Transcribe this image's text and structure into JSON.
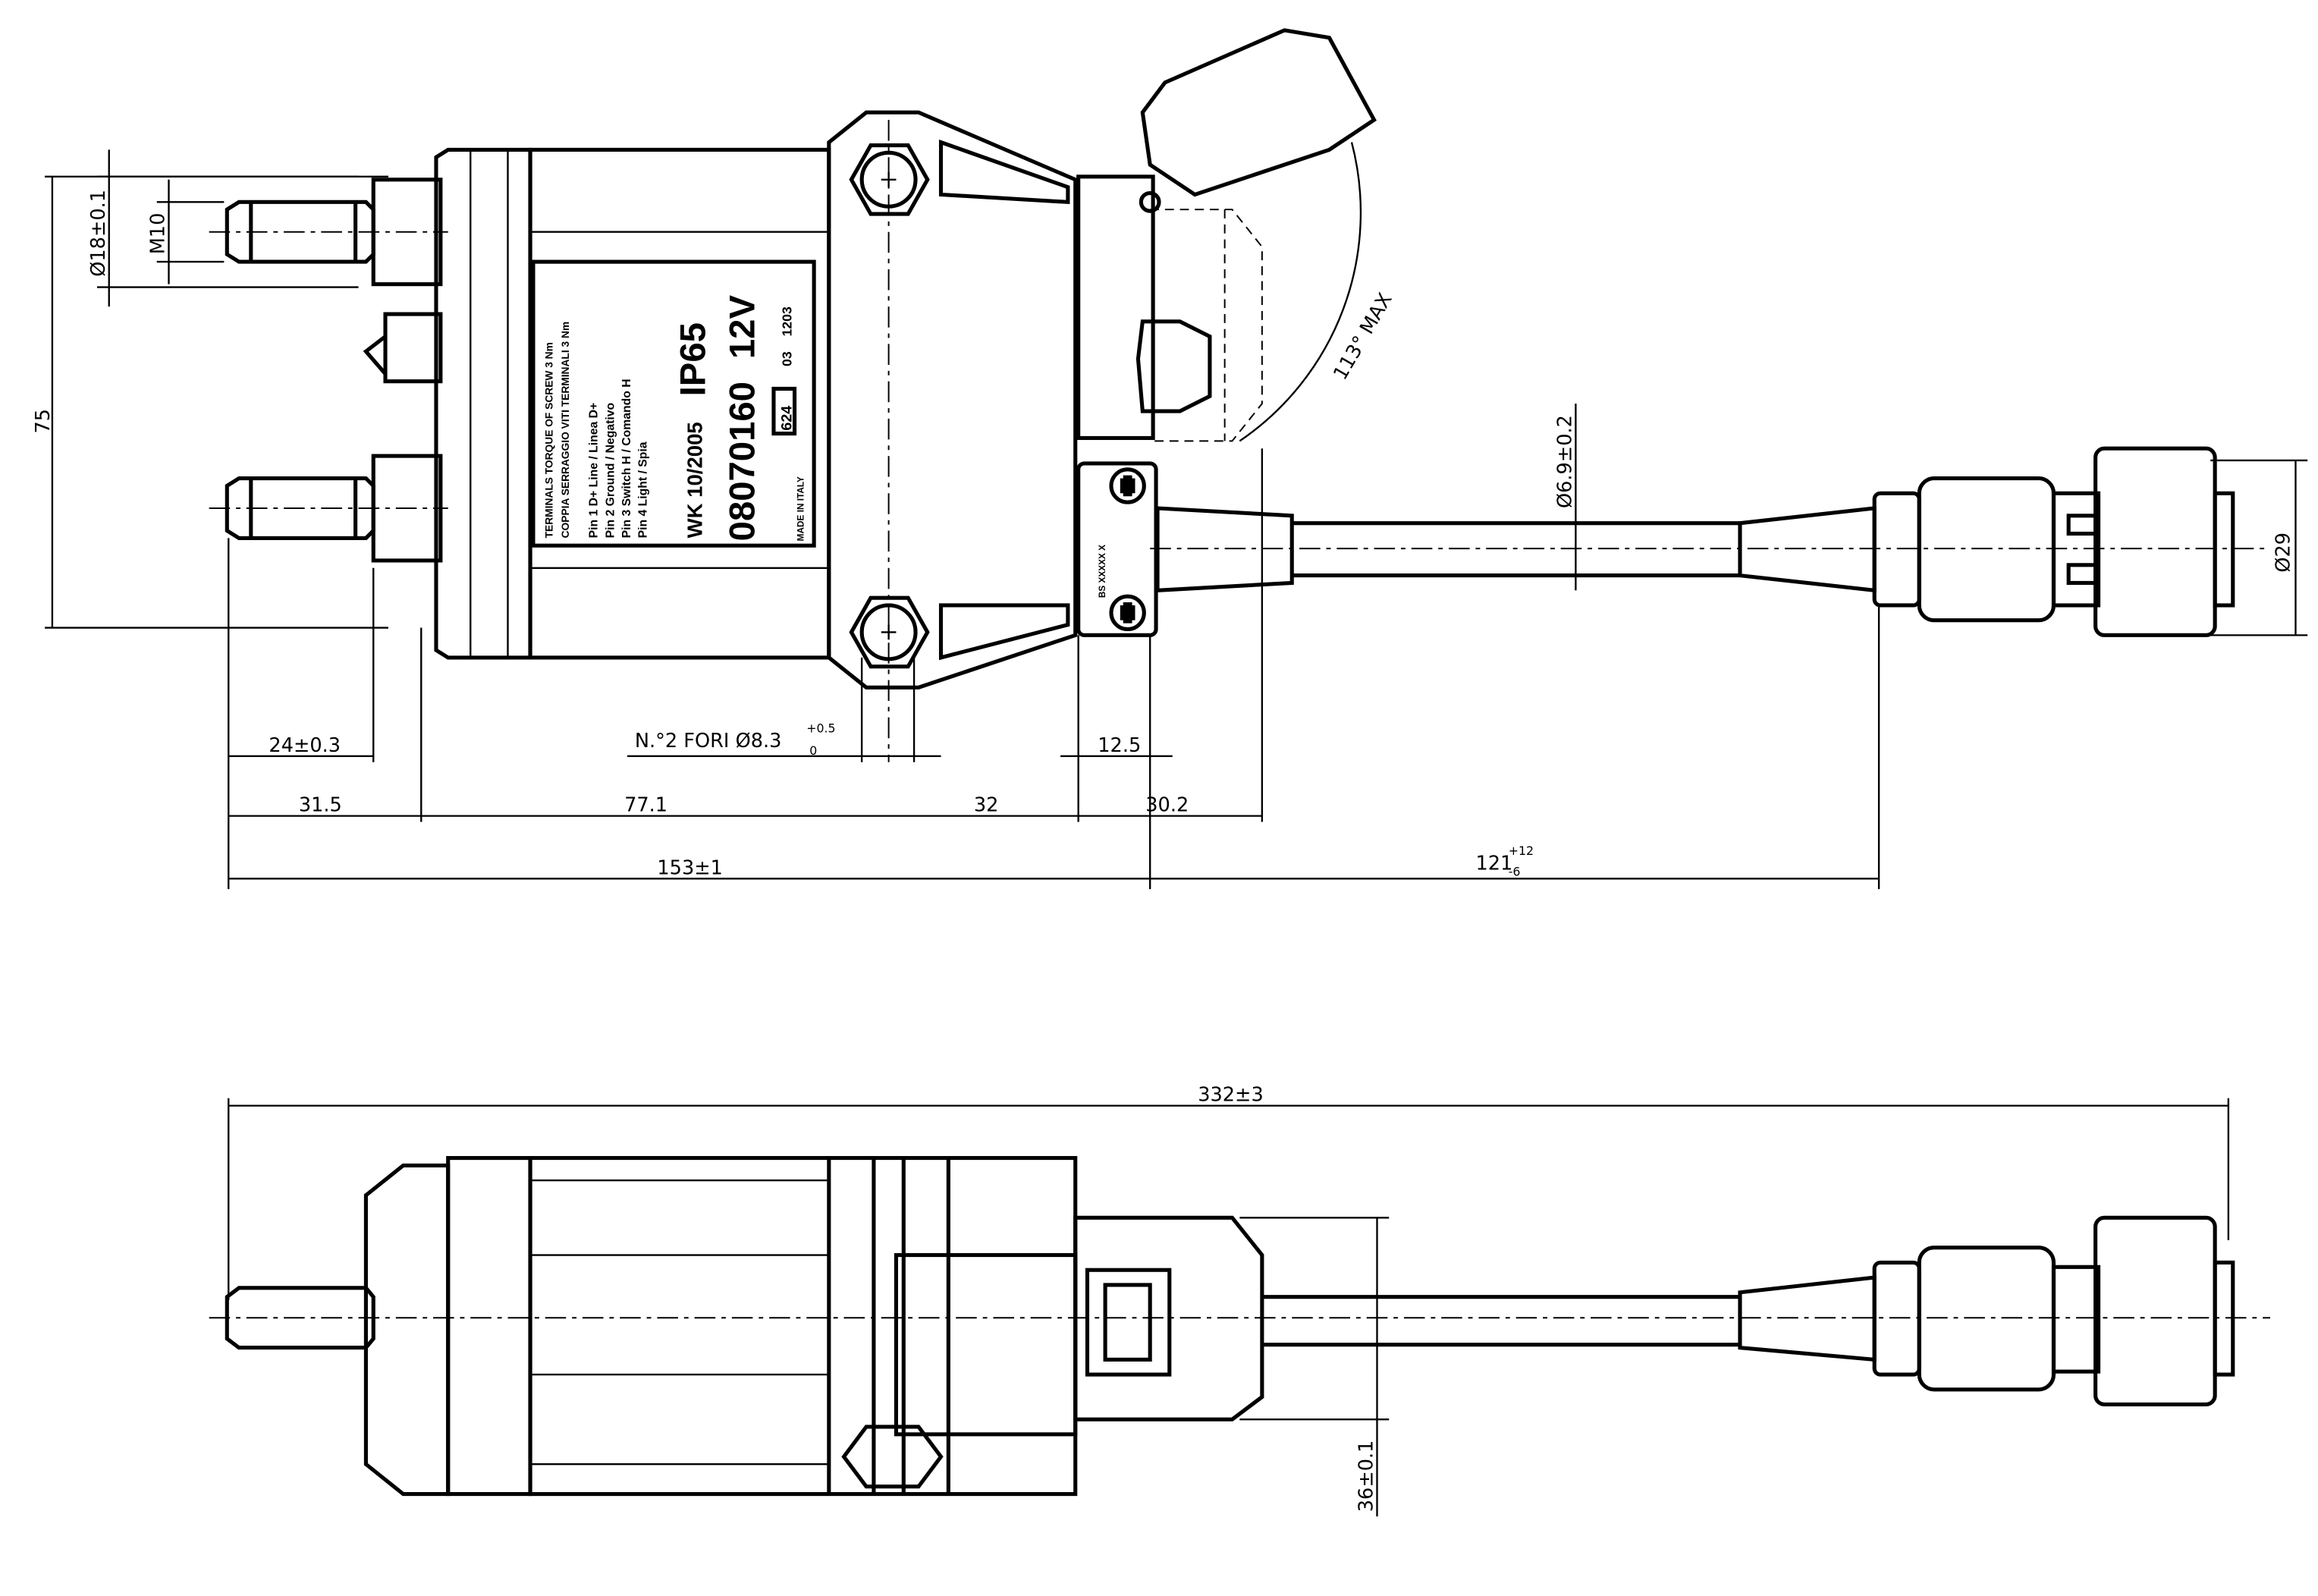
{
  "top_view": {
    "dimensions": {
      "stud_diameter": "Ø18±0.1",
      "thread": "M10",
      "stud_spacing": "75",
      "stud_offset": "24±0.3",
      "holes_label": "N.°2 FORI Ø8.3",
      "holes_tol_upper": "+0.5",
      "holes_tol_lower": "0",
      "switch_width": "12.5",
      "seg_1": "31.5",
      "seg_2": "77.1",
      "seg_3": "32",
      "seg_4": "30.2",
      "body_length": "153±1",
      "cable_length": "121",
      "cable_tol_upper": "+12",
      "cable_tol_lower": "-6",
      "cable_diameter": "Ø6.9±0.2",
      "connector_diameter": "Ø29",
      "lever_angle": "113° MAX"
    },
    "label": {
      "torque_en": "TERMINALS TORQUE OF SCREW 3 Nm",
      "torque_it": "COPPIA SERRAGGIO VITI TERMINALI 3 Nm",
      "pin1": "Pin 1 D+ Line / Linea D+",
      "pin2": "Pin 2 Ground / Negativo",
      "pin3": "Pin 3 Switch H / Comando H",
      "pin4": "Pin 4 Light / Spia",
      "date": "WK 10/2005",
      "rating": "IP65",
      "part_number": "08070160",
      "voltage": "12V",
      "code_box": "624",
      "code_1": "03",
      "code_2": "1203",
      "origin": "MADE IN ITALY"
    },
    "switch_plate": "BS XXXXX X"
  },
  "side_view": {
    "dimensions": {
      "overall_length": "332±3",
      "height": "36±0.1"
    }
  }
}
